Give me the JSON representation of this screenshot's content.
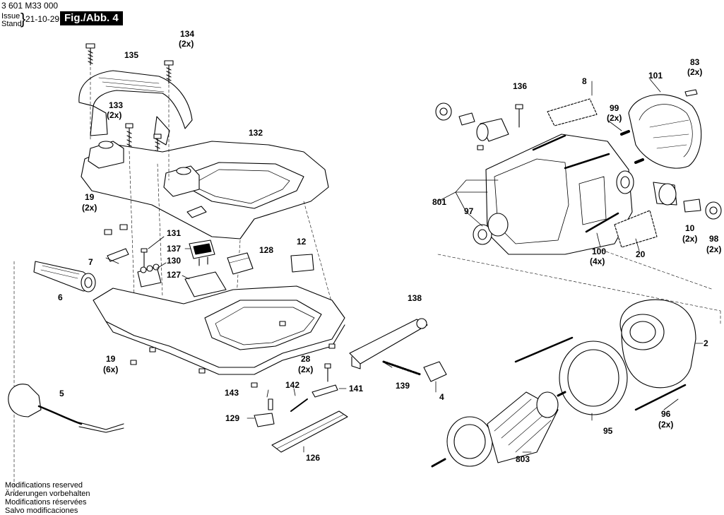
{
  "header": {
    "doc_number": "3 601 M33 000",
    "issue_label_line1": "Issue",
    "issue_label_line2": "Stand",
    "issue_date": "21-10-29",
    "figure_label": "Fig./Abb. 4"
  },
  "footer": {
    "lines": [
      "Modifications reserved",
      "Änderungen vorbehalten",
      "Modifications réservées",
      "Salvo modificaciones"
    ]
  },
  "parts": {
    "p134": "134",
    "p134q": "(2x)",
    "p135": "135",
    "p133": "133",
    "p133q": "(2x)",
    "p132": "132",
    "p19a": "19",
    "p19aq": "(2x)",
    "p7": "7",
    "p6": "6",
    "p131": "131",
    "p137": "137",
    "p130": "130",
    "p127": "127",
    "p128": "128",
    "p12": "12",
    "p19b": "19",
    "p19bq": "(6x)",
    "p143": "143",
    "p28": "28",
    "p28q": "(2x)",
    "p138": "138",
    "p142": "142",
    "p141": "141",
    "p139": "139",
    "p4": "4",
    "p5": "5",
    "p129": "129",
    "p126": "126",
    "p136": "136",
    "p8": "8",
    "p99": "99",
    "p99q": "(2x)",
    "p101": "101",
    "p83": "83",
    "p83q": "(2x)",
    "p801": "801",
    "p97": "97",
    "p100": "100",
    "p100q": "(4x)",
    "p20": "20",
    "p10": "10",
    "p10q": "(2x)",
    "p98": "98",
    "p98q": "(2x)",
    "p2": "2",
    "p96": "96",
    "p96q": "(2x)",
    "p95": "95",
    "p803": "803"
  }
}
